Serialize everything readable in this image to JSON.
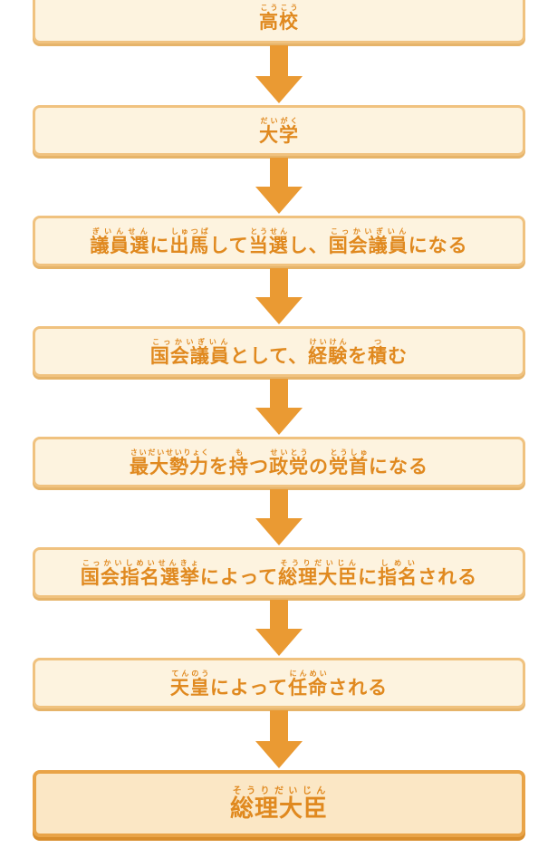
{
  "steps": [
    {
      "parts": [
        {
          "t": "高校",
          "r": "こうこう"
        }
      ]
    },
    {
      "parts": [
        {
          "t": "大学",
          "r": "だいがく"
        }
      ]
    },
    {
      "parts": [
        {
          "t": "議員選",
          "r": "ぎいんせん"
        },
        {
          "t": "に"
        },
        {
          "t": "出馬",
          "r": "しゅつば"
        },
        {
          "t": "して"
        },
        {
          "t": "当選",
          "r": "とうせん"
        },
        {
          "t": "し、"
        },
        {
          "t": "国会議員",
          "r": "こっかいぎいん"
        },
        {
          "t": "になる"
        }
      ]
    },
    {
      "parts": [
        {
          "t": "国会議員",
          "r": "こっかいぎいん"
        },
        {
          "t": "として、"
        },
        {
          "t": "経験",
          "r": "けいけん"
        },
        {
          "t": "を"
        },
        {
          "t": "積",
          "r": "つ"
        },
        {
          "t": "む"
        }
      ]
    },
    {
      "parts": [
        {
          "t": "最大勢力",
          "r": "さいだいせいりょく"
        },
        {
          "t": "を"
        },
        {
          "t": "持",
          "r": "も"
        },
        {
          "t": "つ"
        },
        {
          "t": "政党",
          "r": "せいとう"
        },
        {
          "t": "の"
        },
        {
          "t": "党首",
          "r": "とうしゅ"
        },
        {
          "t": "になる"
        }
      ]
    },
    {
      "parts": [
        {
          "t": "国会指名選挙",
          "r": "こっかいしめいせんきょ"
        },
        {
          "t": "によって"
        },
        {
          "t": "総理大臣",
          "r": "そうりだいじん"
        },
        {
          "t": "に"
        },
        {
          "t": "指名",
          "r": "しめい"
        },
        {
          "t": "される"
        }
      ]
    },
    {
      "parts": [
        {
          "t": "天皇",
          "r": "てんのう"
        },
        {
          "t": "によって"
        },
        {
          "t": "任命",
          "r": "にんめい"
        },
        {
          "t": "される"
        }
      ]
    },
    {
      "parts": [
        {
          "t": "総理大臣",
          "r": "そうりだいじん"
        }
      ]
    }
  ],
  "colors": {
    "text": "#e0891f",
    "box_fill": "#fdf3df",
    "box_border": "#f0c27f",
    "final_fill": "#fbe7c5",
    "final_border": "#e9a448",
    "arrow": "#ea9a33"
  }
}
